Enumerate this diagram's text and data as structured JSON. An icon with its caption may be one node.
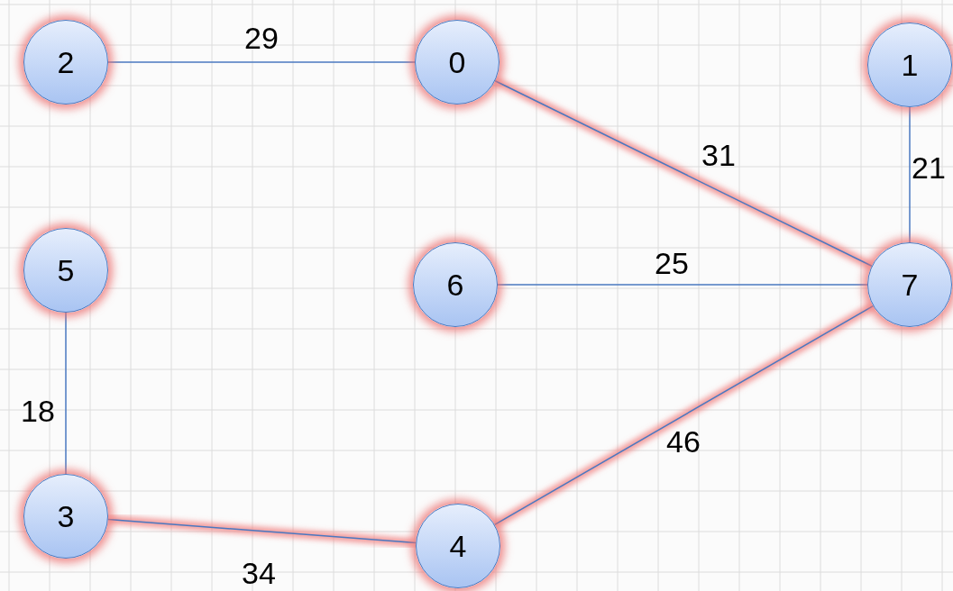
{
  "diagram": {
    "nodes": [
      {
        "text": [
          "2"
        ]
      },
      {
        "text": [
          "0"
        ]
      },
      {
        "text": [
          "1"
        ]
      },
      {
        "text": [
          "5"
        ]
      },
      {
        "text": [
          "6"
        ]
      },
      {
        "text": [
          "7"
        ]
      },
      {
        "text": [
          "3"
        ]
      },
      {
        "text": [
          "4"
        ]
      }
    ],
    "edges": [
      {
        "from": 0,
        "to": 1,
        "arrow": "none",
        "label": "29"
      },
      {
        "from": 1,
        "to": 5,
        "arrow": "none",
        "label": "31"
      },
      {
        "from": 2,
        "to": 5,
        "arrow": "none",
        "label": "21"
      },
      {
        "from": 4,
        "to": 5,
        "arrow": "none",
        "label": "25"
      },
      {
        "from": 3,
        "to": 6,
        "arrow": "none",
        "label": "18"
      },
      {
        "from": 6,
        "to": 7,
        "arrow": "none",
        "label": "34"
      },
      {
        "from": 7,
        "to": 5,
        "arrow": "none",
        "label": "46"
      }
    ]
  }
}
